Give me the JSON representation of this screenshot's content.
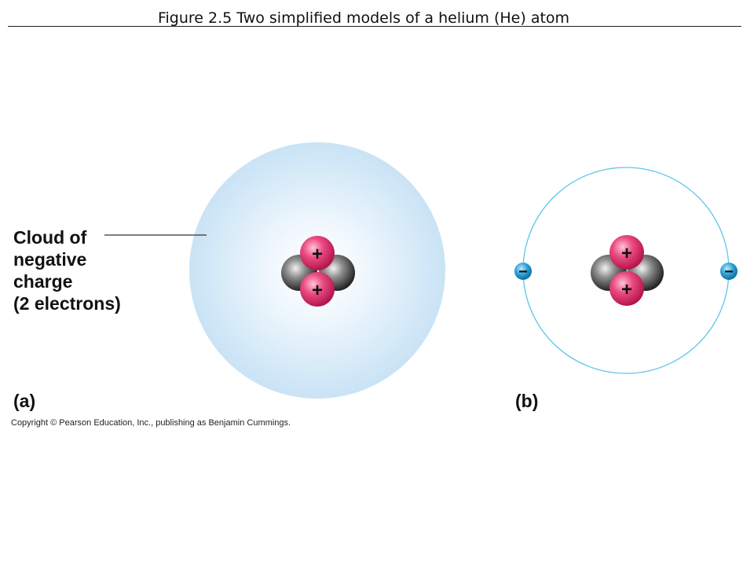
{
  "title": "Figure 2.5  Two simplified models of a helium (He) atom",
  "cloud_label": "Cloud of\nnegative\ncharge\n(2 electrons)",
  "panels": {
    "a": "(a)",
    "b": "(b)"
  },
  "proton_symbol": "+",
  "electron_symbol": "−",
  "copyright": "Copyright © Pearson Education, Inc., publishing as Benjamin Cummings.",
  "colors": {
    "proton": "#e0306a",
    "neutron": "#3a3a3a",
    "cloud": "#cfe6f7",
    "orbit": "#5cc6e8",
    "electron": "#1f8fc9"
  }
}
